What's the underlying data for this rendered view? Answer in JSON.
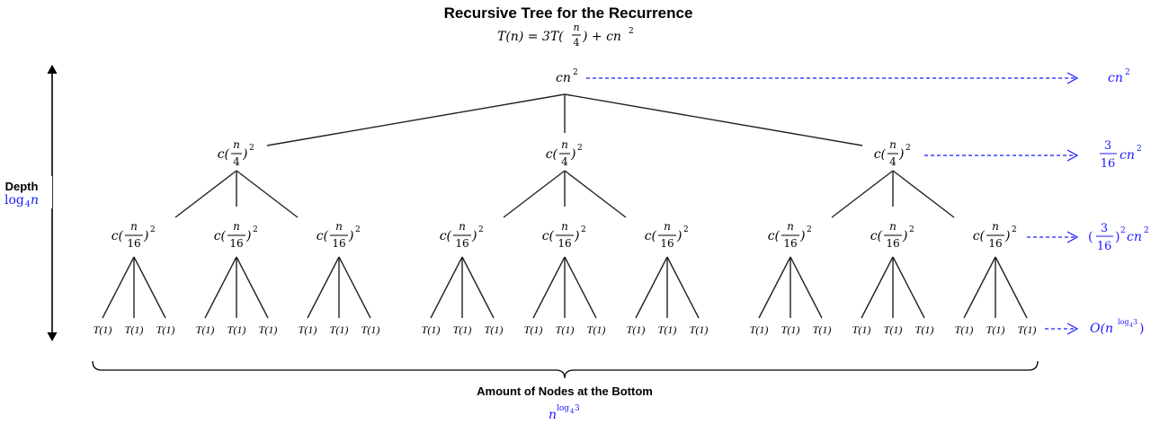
{
  "title": "Recursive Tree for the Recurrence",
  "recurrence": {
    "lhs": "T(n) = 3T(",
    "frac_num": "n",
    "frac_den": "4",
    "rhs": ") + cn",
    "rhs_exp": "2"
  },
  "root": {
    "text": "cn",
    "exp": "2"
  },
  "level1_node": {
    "prefix": "c(",
    "num": "n",
    "den": "4",
    "suffix": ")",
    "exp": "2"
  },
  "level2_node": {
    "prefix": "c(",
    "num": "n",
    "den": "16",
    "suffix": ")",
    "exp": "2"
  },
  "leaf_label": "T(1)",
  "level_costs": {
    "level0": {
      "text": "cn",
      "exp": "2"
    },
    "level1": {
      "num": "3",
      "den": "16",
      "text": "cn",
      "exp": "2"
    },
    "level2": {
      "open": "(",
      "num": "3",
      "den": "16",
      "close": ")",
      "exp_outer": "2",
      "text": "cn",
      "exp": "2"
    },
    "leaves": {
      "prefix": "O(n",
      "exp": "log",
      "exp_sub": "4",
      "exp_tail": "3",
      "close": ")"
    }
  },
  "depth": {
    "label": "Depth",
    "value_prefix": "log",
    "value_sub": "4",
    "value_tail": "n"
  },
  "bottom": {
    "label": "Amount of Nodes at the Bottom",
    "value_base": "n",
    "value_exp": "log",
    "value_exp_sub": "4",
    "value_exp_tail": "3"
  },
  "colors": {
    "accent": "#1a1aff",
    "line": "#222222",
    "text": "#000000"
  }
}
